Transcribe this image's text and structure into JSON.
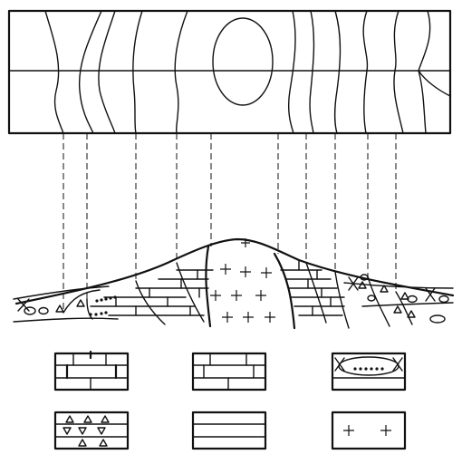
{
  "figure": {
    "type": "geological-diagram",
    "panels": [
      "plan-view-map",
      "cross-section",
      "legend"
    ],
    "legend": {
      "items": [
        {
          "pattern": "limestone-with-veins"
        },
        {
          "pattern": "limestone"
        },
        {
          "pattern": "conglomerate-pebbles"
        },
        {
          "pattern": "breccia-triangles"
        },
        {
          "pattern": "shale-layers"
        },
        {
          "pattern": "granite-crosses"
        }
      ]
    },
    "colors": {
      "ink": "#111111",
      "background": "#ffffff"
    }
  }
}
